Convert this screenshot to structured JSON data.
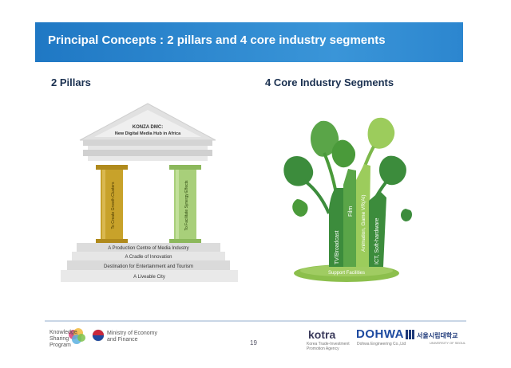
{
  "slide": {
    "title": "Principal Concepts : 2 pillars and 4 core industry segments",
    "page_number": "19"
  },
  "left": {
    "heading": "2 Pillars",
    "roof_title": "KONZA DMC:",
    "roof_subtitle": "New Digital Media Hub in Africa",
    "pillar_left": "To Create Growth Clusters",
    "pillar_right": "To Facilitate Synergy Effects",
    "steps": [
      "A Production Centre of Media Industry",
      "A Cradle of Innovation",
      "Destination for Entertainment and Tourism",
      "A Liveable City"
    ],
    "colors": {
      "pillar_left": "#c8a22a",
      "pillar_right": "#a8cf7a",
      "roof": "#e1e1e1"
    }
  },
  "right": {
    "heading": "4 Core Industry Segments",
    "segments": [
      "TV/Broadcast",
      "Film",
      "Animation, Game VR(AI)",
      "ICT, Soft-hardware"
    ],
    "base_label": "Support Facilities",
    "colors": {
      "leaf_dark": "#3c8c3c",
      "leaf_light": "#9ccc5c",
      "base": "#8cbf4c"
    }
  },
  "footer": {
    "logo_text_left": "Knowledge Sharing Program",
    "ministry_line1": "Ministry of Economy",
    "ministry_line2": "and Finance",
    "kotra": "kotra",
    "kotra_sub": "Korea Trade-Investment Promotion Agency",
    "dohwa": "DOHWA",
    "dohwa_sub": "Dohwa Engineering Co.,Ltd",
    "snu": "서울시립대학교",
    "snu_sub": "UNIVERSITY OF SEOUL"
  }
}
